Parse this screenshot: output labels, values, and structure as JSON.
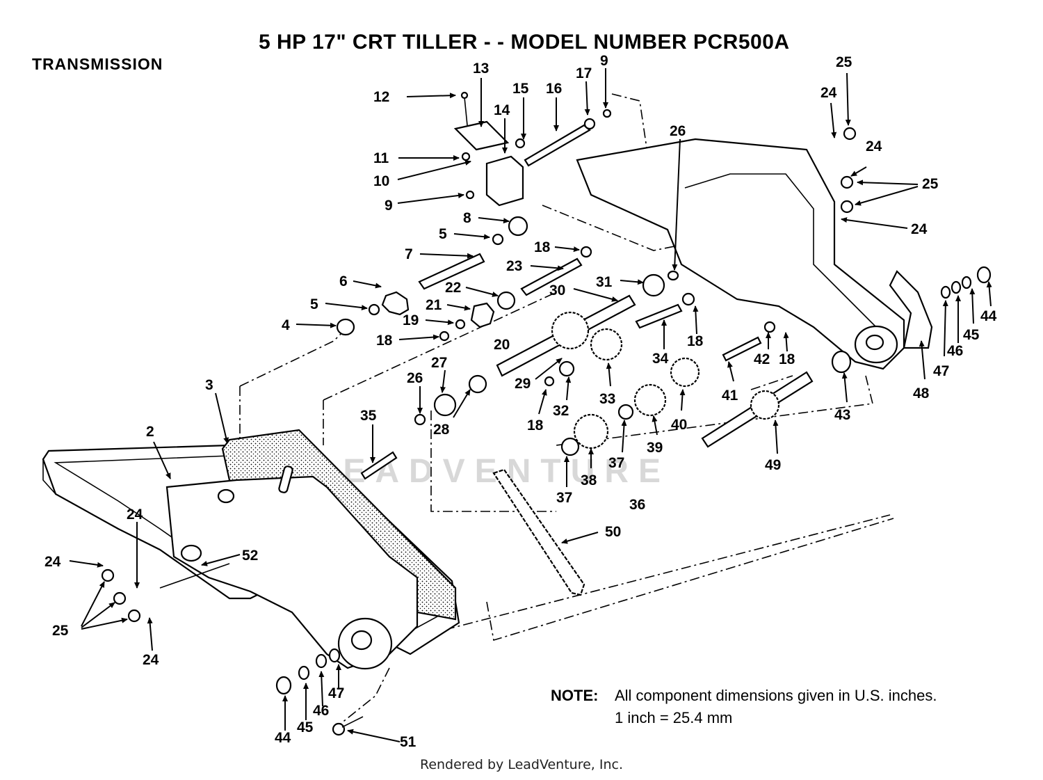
{
  "title": "5 HP  17\" CRT TILLER - - MODEL NUMBER PCR500A",
  "section": "TRANSMISSION",
  "note": {
    "label": "NOTE:",
    "line1": "All component dimensions given in U.S. inches.",
    "line2": "1 inch = 25.4 mm"
  },
  "footer": "Rendered by LeadVenture, Inc.",
  "watermark": "LEADVENTURE",
  "callouts": [
    {
      "id": "c2",
      "label": "2"
    },
    {
      "id": "c3",
      "label": "3"
    },
    {
      "id": "c4",
      "label": "4"
    },
    {
      "id": "c5a",
      "label": "5"
    },
    {
      "id": "c5b",
      "label": "5"
    },
    {
      "id": "c6",
      "label": "6"
    },
    {
      "id": "c7",
      "label": "7"
    },
    {
      "id": "c8",
      "label": "8"
    },
    {
      "id": "c9a",
      "label": "9"
    },
    {
      "id": "c9b",
      "label": "9"
    },
    {
      "id": "c10",
      "label": "10"
    },
    {
      "id": "c11",
      "label": "11"
    },
    {
      "id": "c12",
      "label": "12"
    },
    {
      "id": "c13",
      "label": "13"
    },
    {
      "id": "c14",
      "label": "14"
    },
    {
      "id": "c15",
      "label": "15"
    },
    {
      "id": "c16",
      "label": "16"
    },
    {
      "id": "c17",
      "label": "17"
    },
    {
      "id": "c18a",
      "label": "18"
    },
    {
      "id": "c18b",
      "label": "18"
    },
    {
      "id": "c18c",
      "label": "18"
    },
    {
      "id": "c18d",
      "label": "18"
    },
    {
      "id": "c18e",
      "label": "18"
    },
    {
      "id": "c19",
      "label": "19"
    },
    {
      "id": "c20",
      "label": "20"
    },
    {
      "id": "c21",
      "label": "21"
    },
    {
      "id": "c22",
      "label": "22"
    },
    {
      "id": "c23",
      "label": "23"
    },
    {
      "id": "c24a",
      "label": "24"
    },
    {
      "id": "c24b",
      "label": "24"
    },
    {
      "id": "c24c",
      "label": "24"
    },
    {
      "id": "c24d",
      "label": "24"
    },
    {
      "id": "c24e",
      "label": "24"
    },
    {
      "id": "c24f",
      "label": "24"
    },
    {
      "id": "c25a",
      "label": "25"
    },
    {
      "id": "c25b",
      "label": "25"
    },
    {
      "id": "c25c",
      "label": "25"
    },
    {
      "id": "c26a",
      "label": "26"
    },
    {
      "id": "c26b",
      "label": "26"
    },
    {
      "id": "c27",
      "label": "27"
    },
    {
      "id": "c28",
      "label": "28"
    },
    {
      "id": "c29",
      "label": "29"
    },
    {
      "id": "c30",
      "label": "30"
    },
    {
      "id": "c31",
      "label": "31"
    },
    {
      "id": "c32",
      "label": "32"
    },
    {
      "id": "c33",
      "label": "33"
    },
    {
      "id": "c34",
      "label": "34"
    },
    {
      "id": "c35",
      "label": "35"
    },
    {
      "id": "c36",
      "label": "36"
    },
    {
      "id": "c37a",
      "label": "37"
    },
    {
      "id": "c37b",
      "label": "37"
    },
    {
      "id": "c38",
      "label": "38"
    },
    {
      "id": "c39",
      "label": "39"
    },
    {
      "id": "c40",
      "label": "40"
    },
    {
      "id": "c41",
      "label": "41"
    },
    {
      "id": "c42",
      "label": "42"
    },
    {
      "id": "c43",
      "label": "43"
    },
    {
      "id": "c44a",
      "label": "44"
    },
    {
      "id": "c44b",
      "label": "44"
    },
    {
      "id": "c45a",
      "label": "45"
    },
    {
      "id": "c45b",
      "label": "45"
    },
    {
      "id": "c46a",
      "label": "46"
    },
    {
      "id": "c46b",
      "label": "46"
    },
    {
      "id": "c47a",
      "label": "47"
    },
    {
      "id": "c47b",
      "label": "47"
    },
    {
      "id": "c48",
      "label": "48"
    },
    {
      "id": "c49",
      "label": "49"
    },
    {
      "id": "c50",
      "label": "50"
    },
    {
      "id": "c51",
      "label": "51"
    },
    {
      "id": "c52",
      "label": "52"
    }
  ]
}
